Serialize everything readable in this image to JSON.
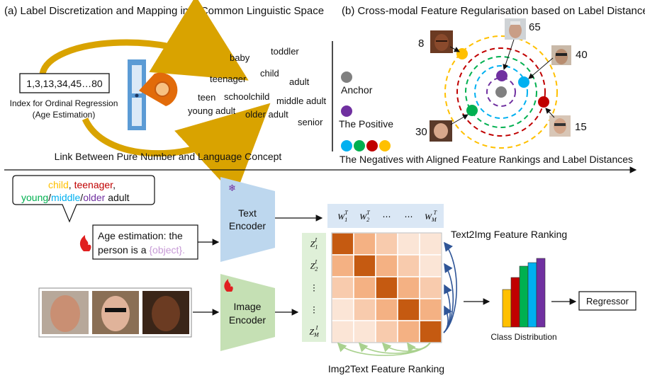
{
  "panel_a": {
    "title": "(a) Label Discretization and Mapping into Common Linguistic Space",
    "index_box": "1,3,13,34,45…80",
    "index_caption_1": "Index for Ordinal Regression",
    "index_caption_2": "(Age Estimation)",
    "words": {
      "baby": "baby",
      "toddler": "toddler",
      "teenager": "teenager",
      "child": "child",
      "adult": "adult",
      "teen": "teen",
      "schoolchild": "schoolchild",
      "middle_adult": "middle adult",
      "young_adult": "young adult",
      "older_adult": "older adult",
      "senior": "senior"
    },
    "caption": "Link Between Pure Number and Language Concept"
  },
  "panel_b": {
    "title": "(b) Cross-modal Feature Regularisation based on Label Distance",
    "legend_anchor": "Anchor",
    "legend_positive": "The Positive",
    "legend_negatives": "The Negatives with Aligned Feature Rankings and Label Distances",
    "ages": {
      "a8": "8",
      "a65": "65",
      "a40": "40",
      "a15": "15",
      "a30": "30"
    }
  },
  "bottom": {
    "bubble": {
      "child": "child",
      "comma1": ", ",
      "teenager": "teenager",
      "comma2": ",",
      "young": "young",
      "slash1": "/",
      "middle": "middle",
      "slash2": "/",
      "older": "older",
      "adult": " adult"
    },
    "prompt_line1": "Age estimation: the",
    "prompt_line2": "person is a ",
    "prompt_object": "{object}.",
    "text_encoder_1": "Text",
    "text_encoder_2": "Encoder",
    "image_encoder_1": "Image",
    "image_encoder_2": "Encoder",
    "w_headers": [
      "W",
      "W",
      "⋯",
      "⋯",
      "W"
    ],
    "w_subs": [
      "1",
      "2",
      "",
      "",
      "M"
    ],
    "z_headers": [
      "Z",
      "Z",
      "⋮",
      "⋮",
      "Z"
    ],
    "z_subs": [
      "1",
      "2",
      "",
      "",
      "M"
    ],
    "text2img": "Text2Img Feature Ranking",
    "img2text": "Img2Text Feature Ranking",
    "class_distribution": "Class Distribution",
    "regressor": "Regressor"
  },
  "colors": {
    "anchor": "#808080",
    "positive": "#7030a0",
    "blue": "#00b0f0",
    "green": "#00b050",
    "red": "#c00000",
    "yellow": "#ffc000",
    "text_encoder": "#bdd7ee",
    "image_encoder": "#c5e0b4",
    "diag": "#c55a11",
    "near": "#f4b183",
    "mid": "#f8cbad",
    "far": "#fbe5d6"
  }
}
